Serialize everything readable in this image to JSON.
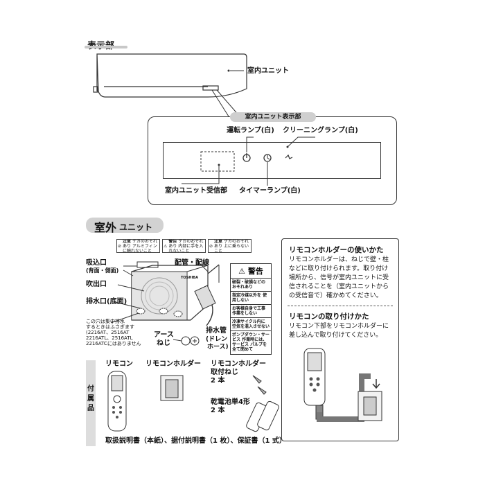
{
  "display_section": {
    "heading": "表示部",
    "indoor_unit_label": "室内ユニット",
    "panel_title": "室内ユニット表示部",
    "operation_lamp": "運転ランプ(白)",
    "cleaning_lamp": "クリーニングランプ(白)",
    "receiver": "室内ユニット受信部",
    "timer_lamp": "タイマーランプ(白)"
  },
  "outdoor_section": {
    "heading_big": "室外",
    "heading_small": "ユニット",
    "intake_line1": "吸込口",
    "intake_line2": "(背面・側面)",
    "outlet": "吹出口",
    "drain_port": "排水口(底面)",
    "piping": "配管・配線",
    "note_lines": [
      "この穴は集中排水",
      "するときはふさぎます",
      "(2216AT、2516AT",
      "2216ATL、2516ATL",
      "2216ATCにはありません"
    ],
    "ground_screw_line1": "アース",
    "ground_screw_line2": "ねじ",
    "drain_pipe_line1": "排水管",
    "drain_pipe_line2": "(ドレン",
    "drain_pipe_line3": "ホース)",
    "brand": "TOSHIBA",
    "caution_labels": [
      {
        "head": "注意",
        "text": "ケガのおそれあり アルミフィンに触れないこと"
      },
      {
        "head": "警告",
        "text": "ケガのおそれあり 内部に手を入れないこと"
      },
      {
        "head": "注意",
        "text": "ケガのおそれあり 上に乗らないこと"
      }
    ],
    "warning_card": {
      "head": "警告",
      "lines": [
        "破裂・破損などの おそれあり",
        "指定冷媒以外を 使用しない",
        "お客様自身で工事 作業をしない",
        "冷凍サイクル内に 空気を混入させない",
        "ポンプダウン・サービス 作業時には、サービス バルブを全て閉めて"
      ]
    }
  },
  "remote_holder": {
    "usage_title": "リモコンホルダーの使いかた",
    "usage_text": "リモコンホルダーは、ねじで壁・柱などに取り付けられます。取り付け場所から、信号が室内ユニットに受信されることを（室内ユニットからの受信音で）確かめてください。",
    "attach_title": "リモコンの取り付けかた",
    "attach_text": "リモコン下部をリモコンホルダーに差し込んで取り付けてください。"
  },
  "accessories": {
    "vertical_label": "付属品",
    "remote": "リモコン",
    "holder": "リモコンホルダー",
    "screws_line1": "リモコンホルダー",
    "screws_line2": "取付ねじ",
    "screws_qty": "2 本",
    "battery": "乾電池単4形",
    "battery_qty": "2 本",
    "documents": "取扱説明書（本紙）、据付説明書（1 枚）、保証書（1 式）"
  }
}
